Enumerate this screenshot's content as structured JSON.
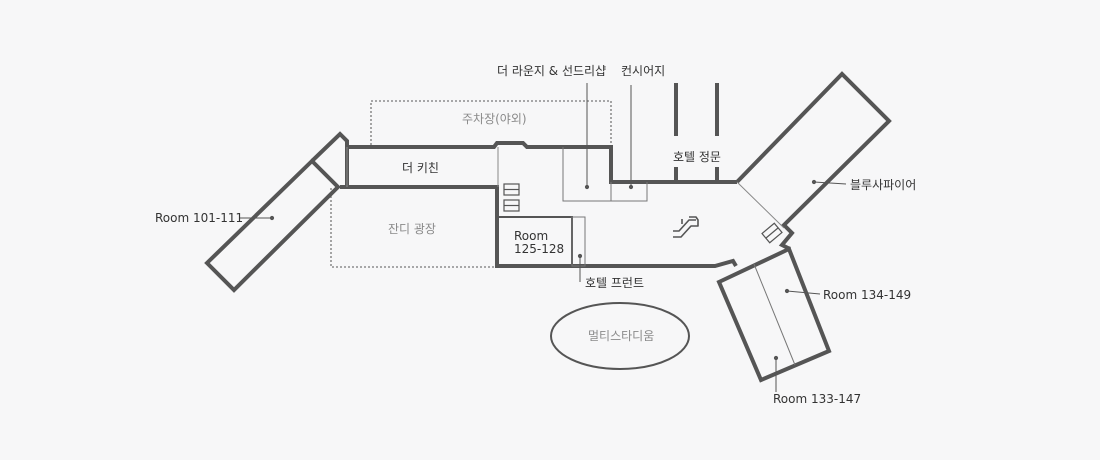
{
  "map": {
    "labels": {
      "lounge_deli": "더 라운지 & 선드리샵",
      "concierge": "컨시어지",
      "parking": "주차장(야외)",
      "kitchen": "더 키친",
      "main_entrance": "호텔 정문",
      "blue_sapphire": "블루사파이어",
      "room_101_111": "Room 101-111",
      "lawn_plaza": "잔디 광장",
      "room_125_128_a": "Room",
      "room_125_128_b": "125-128",
      "front_desk": "호텔 프런트",
      "room_134_149": "Room 134-149",
      "multi_studio": "멀티스타디움",
      "room_133_147": "Room 133-147"
    },
    "icons": [
      "elevator-icon",
      "escalator-icon"
    ],
    "colors": {
      "wall": "#555555",
      "thin": "#777777",
      "background": "#f7f7f8"
    }
  }
}
